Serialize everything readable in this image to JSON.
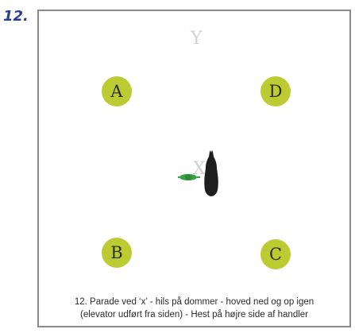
{
  "step": {
    "number": "12."
  },
  "arena": {
    "letters": {
      "top_center": "Y",
      "center": "X",
      "top_left": "A",
      "top_right": "D",
      "bottom_left": "B",
      "bottom_right": "C"
    },
    "marker_color": "#bccb32",
    "ghost_letter_color": "#d0d0d0",
    "horse_color": "#1e1e1e",
    "handler_color": "#3aa043"
  },
  "caption": {
    "line1": "12. Parade ved ‘x’ - hils på dommer - hoved ned og op igen",
    "line2": "(elevator udført fra siden) - Hest på højre side af handler"
  }
}
